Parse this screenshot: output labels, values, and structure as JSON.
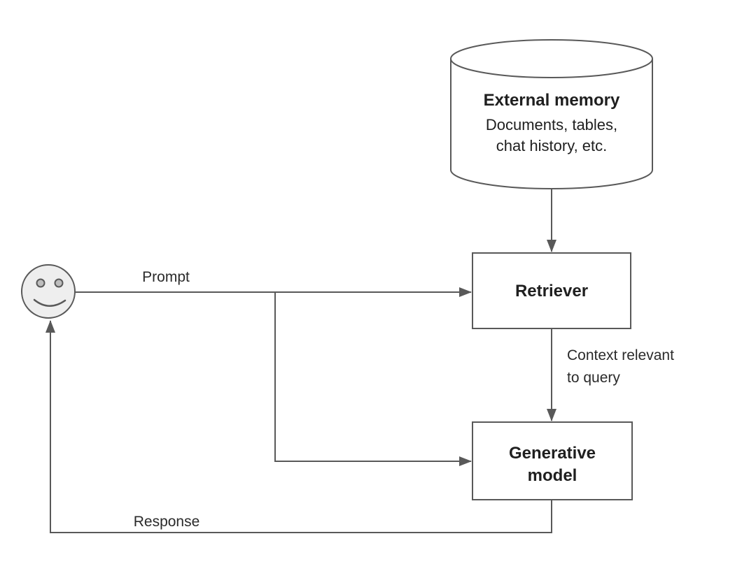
{
  "diagram": {
    "nodes": {
      "external_memory": {
        "title": "External memory",
        "subtitle_line1": "Documents, tables,",
        "subtitle_line2": "chat history, etc."
      },
      "retriever": {
        "label": "Retriever"
      },
      "generative_model": {
        "label_line1": "Generative",
        "label_line2": "model"
      },
      "user": {
        "icon": "smiley-face-icon"
      }
    },
    "edges": {
      "prompt": {
        "label": "Prompt"
      },
      "context": {
        "label_line1": "Context relevant",
        "label_line2": "to query"
      },
      "response": {
        "label": "Response"
      }
    },
    "colors": {
      "stroke": "#595959",
      "text": "#1f1f1f",
      "node_fill": "#ffffff",
      "face_fill": "#eeeeee",
      "eye_fill": "#bdbdbd",
      "background": "#ffffff"
    }
  }
}
